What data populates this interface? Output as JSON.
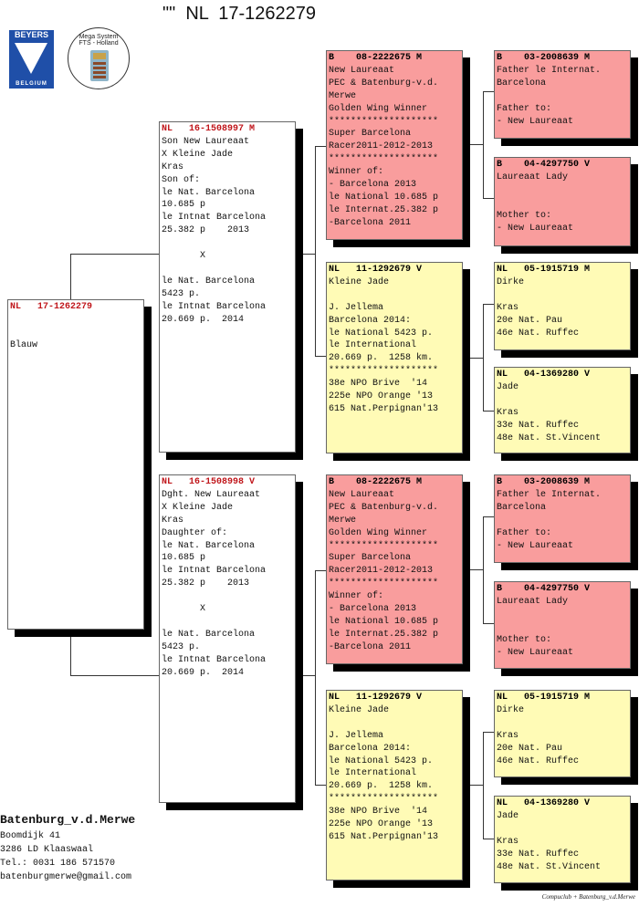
{
  "title": "\"\"  NL  17-1262279",
  "logos": {
    "beyers_top": "BEYERS",
    "beyers_bottom": "BELGIUM",
    "fts": "Mega System FTS - Holland"
  },
  "boxes": {
    "subject": {
      "color": "white",
      "header": "NL   17-1262279",
      "lines": [
        "",
        "",
        "Blauw"
      ]
    },
    "sire": {
      "color": "white",
      "header": "NL   16-1508997 M",
      "lines": [
        "Son New Laureaat",
        "X Kleine Jade",
        "Kras",
        "Son of:",
        "le Nat. Barcelona",
        "10.685 p",
        "le Intnat Barcelona",
        "25.382 p    2013",
        "",
        "       X",
        "",
        "le Nat. Barcelona",
        "5423 p.",
        "le Intnat Barcelona",
        "20.669 p.  2014"
      ]
    },
    "dam": {
      "color": "white",
      "header": "NL   16-1508998 V",
      "lines": [
        "Dght. New Laureaat",
        "X Kleine Jade",
        "Kras",
        "Daughter of:",
        "le Nat. Barcelona",
        "10.685 p",
        "le Intnat Barcelona",
        "25.382 p    2013",
        "",
        "       X",
        "",
        "le Nat. Barcelona",
        "5423 p.",
        "le Intnat Barcelona",
        "20.669 p.  2014"
      ]
    },
    "ss": {
      "color": "red",
      "header": "B    08-2222675 M",
      "lines": [
        "New Laureaat",
        "PEC & Batenburg-v.d.",
        "Merwe",
        "Golden Wing Winner",
        "********************",
        "Super Barcelona",
        "Racer2011-2012-2013",
        "********************",
        "Winner of:",
        "- Barcelona 2013",
        "le National 10.685 p",
        "le Internat.25.382 p",
        "-Barcelona 2011"
      ]
    },
    "sd": {
      "color": "yellow",
      "header": "NL   11-1292679 V",
      "lines": [
        "Kleine Jade",
        "",
        "J. Jellema",
        "Barcelona 2014:",
        "le National 5423 p.",
        "le International",
        "20.669 p.  1258 km.",
        "********************",
        "38e NPO Brive  '14",
        "225e NPO Orange '13",
        "615 Nat.Perpignan'13"
      ]
    },
    "ds": {
      "color": "red",
      "header": "B    08-2222675 M",
      "lines": [
        "New Laureaat",
        "PEC & Batenburg-v.d.",
        "Merwe",
        "Golden Wing Winner",
        "********************",
        "Super Barcelona",
        "Racer2011-2012-2013",
        "********************",
        "Winner of:",
        "- Barcelona 2013",
        "le National 10.685 p",
        "le Internat.25.382 p",
        "-Barcelona 2011"
      ]
    },
    "dd": {
      "color": "yellow",
      "header": "NL   11-1292679 V",
      "lines": [
        "Kleine Jade",
        "",
        "J. Jellema",
        "Barcelona 2014:",
        "le National 5423 p.",
        "le International",
        "20.669 p.  1258 km.",
        "********************",
        "38e NPO Brive  '14",
        "225e NPO Orange '13",
        "615 Nat.Perpignan'13"
      ]
    },
    "sss": {
      "color": "red",
      "header": "B    03-2008639 M",
      "lines": [
        "Father le Internat.",
        "Barcelona",
        "",
        "Father to:",
        "- New Laureaat"
      ]
    },
    "ssd": {
      "color": "red",
      "header": "B    04-4297750 V",
      "lines": [
        "Laureaat Lady",
        "",
        "",
        "Mother to:",
        "- New Laureaat"
      ]
    },
    "sds": {
      "color": "yellow",
      "header": "NL   05-1915719 M",
      "lines": [
        "Dirke",
        "",
        "Kras",
        "20e Nat. Pau",
        "46e Nat. Ruffec"
      ]
    },
    "sdd": {
      "color": "yellow",
      "header": "NL   04-1369280 V",
      "lines": [
        "Jade",
        "",
        "Kras",
        "33e Nat. Ruffec",
        "48e Nat. St.Vincent"
      ]
    },
    "dss": {
      "color": "red",
      "header": "B    03-2008639 M",
      "lines": [
        "Father le Internat.",
        "Barcelona",
        "",
        "Father to:",
        "- New Laureaat"
      ]
    },
    "dsd": {
      "color": "red",
      "header": "B    04-4297750 V",
      "lines": [
        "Laureaat Lady",
        "",
        "",
        "Mother to:",
        "- New Laureaat"
      ]
    },
    "dds": {
      "color": "yellow",
      "header": "NL   05-1915719 M",
      "lines": [
        "Dirke",
        "",
        "Kras",
        "20e Nat. Pau",
        "46e Nat. Ruffec"
      ]
    },
    "ddd": {
      "color": "yellow",
      "header": "NL   04-1369280 V",
      "lines": [
        "Jade",
        "",
        "Kras",
        "33e Nat. Ruffec",
        "48e Nat. St.Vincent"
      ]
    }
  },
  "breeder": {
    "name": "Batenburg_v.d.Merwe",
    "address1": "Boomdijk 41",
    "address2": "3286 LD  Klaaswaal",
    "phone": "Tel.: 0031 186 571570",
    "email": "batenburgmerwe@gmail.com"
  },
  "credit": "Compuclub + Batenburg_v.d.Merwe"
}
